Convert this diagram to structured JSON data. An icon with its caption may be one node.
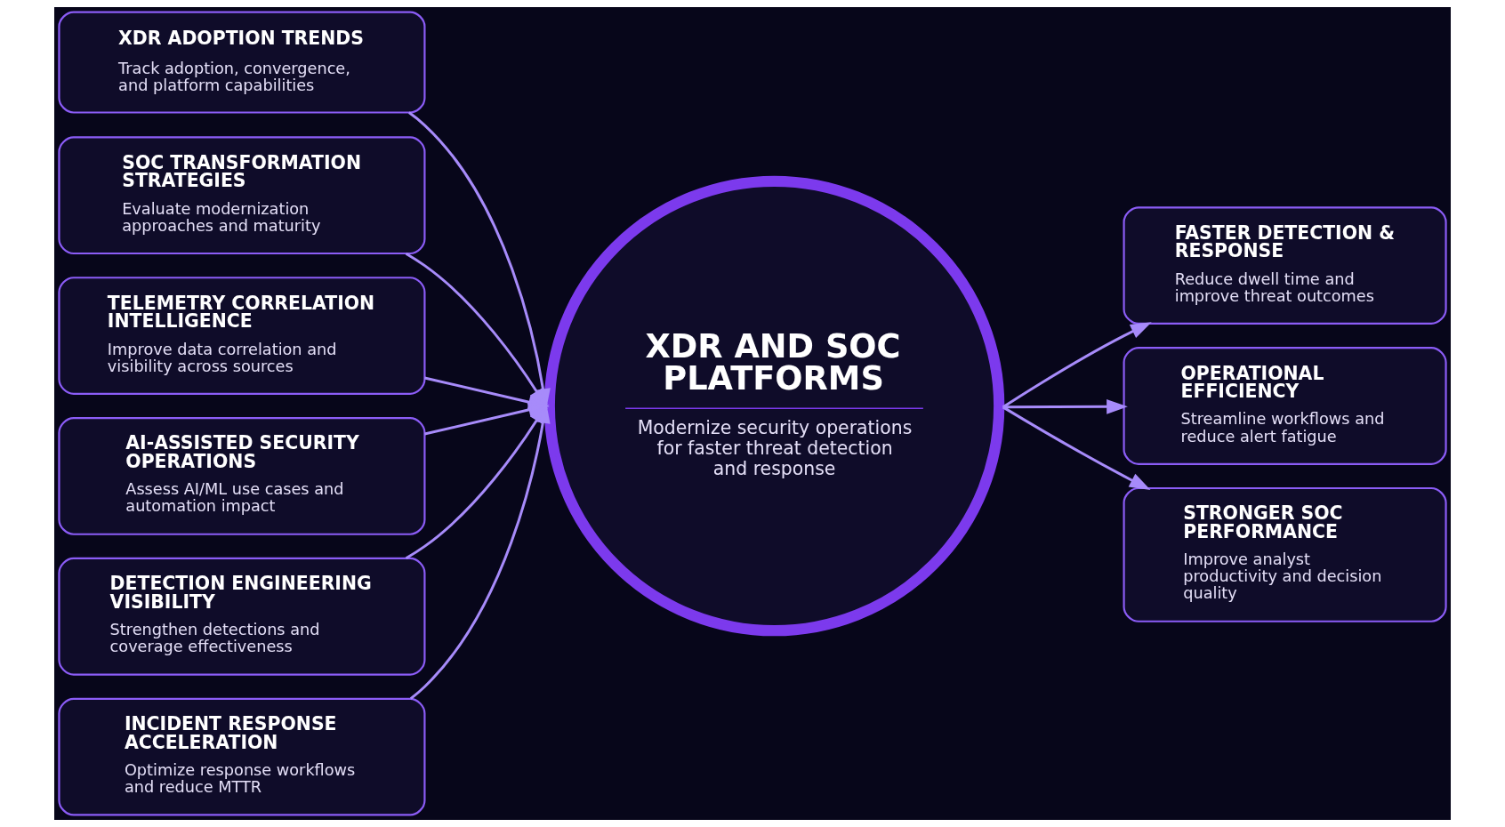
{
  "diagram": {
    "nodes": [
      {
        "text": [
          "XDR ADOPTION TRENDS",
          "Track adoption, convergence, and platform capabilities"
        ]
      },
      {
        "text": [
          "SOC TRANSFORMATION STRATEGIES",
          "Evaluate modernization approaches and maturity"
        ]
      },
      {
        "text": [
          "TELEMETRY CORRELATION INTELLIGENCE",
          "Improve data correlation and visibility across sources"
        ]
      },
      {
        "text": [
          "AI-ASSISTED SECURITY OPERATIONS",
          "Assess AI/ML use cases and automation impact"
        ]
      },
      {
        "text": [
          "DETECTION ENGINEERING VISIBILITY",
          "Strengthen detections and coverage effectiveness"
        ]
      },
      {
        "text": [
          "INCIDENT RESPONSE ACCELERATION",
          "Optimize response workflows and reduce MTTR"
        ]
      },
      {
        "text": [
          "XDR AND SOC PLATFORMS",
          "Modernize security operations for faster threat detection and response"
        ]
      },
      {
        "text": [
          "FASTER DETECTION & RESPONSE",
          "Reduce dwell time and improve threat outcomes"
        ]
      },
      {
        "text": [
          "OPERATIONAL EFFICIENCY",
          "Streamline workflows and reduce alert fatigue"
        ]
      },
      {
        "text": [
          "STRONGER SOC PERFORMANCE",
          "Improve analyst productivity and decision quality"
        ]
      }
    ],
    "edges": [
      {
        "from": 0,
        "to": 6,
        "arrow": "to"
      },
      {
        "from": 1,
        "to": 6,
        "arrow": "to"
      },
      {
        "from": 2,
        "to": 6,
        "arrow": "to"
      },
      {
        "from": 3,
        "to": 6,
        "arrow": "to"
      },
      {
        "from": 4,
        "to": 6,
        "arrow": "to"
      },
      {
        "from": 5,
        "to": 6,
        "arrow": "to"
      },
      {
        "from": 6,
        "to": 7,
        "arrow": "to"
      },
      {
        "from": 6,
        "to": 8,
        "arrow": "to"
      },
      {
        "from": 6,
        "to": 9,
        "arrow": "to"
      }
    ]
  }
}
